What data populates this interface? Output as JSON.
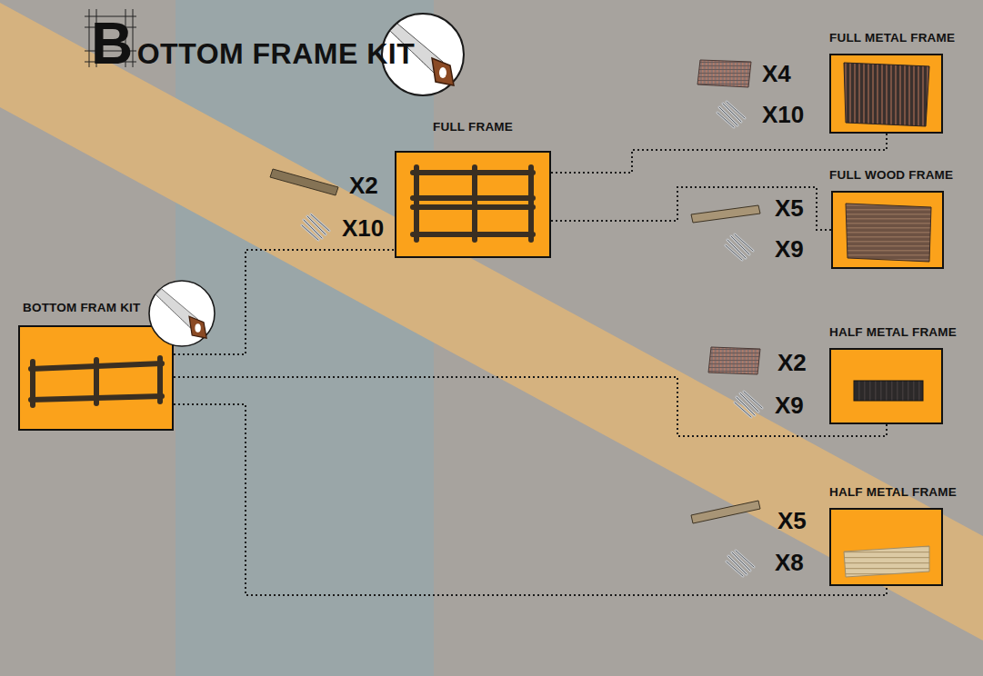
{
  "diagram": {
    "title": "BOTTOM FRAME KIT",
    "nodes": [
      {
        "text": [
          "BOTTOM FRAM KIT"
        ]
      },
      {
        "text": [
          "FULL FRAME"
        ]
      },
      {
        "text": [
          "FULL METAL FRAME"
        ]
      },
      {
        "text": [
          "FULL WOOD FRAME"
        ]
      },
      {
        "text": [
          "HALF METAL FRAME"
        ]
      },
      {
        "text": [
          "HALF METAL FRAME"
        ]
      }
    ],
    "edges": [
      {
        "from": 0,
        "to": 1,
        "arrow": "none"
      },
      {
        "from": 1,
        "to": 2,
        "arrow": "none"
      },
      {
        "from": 1,
        "to": 3,
        "arrow": "none"
      },
      {
        "from": 0,
        "to": 4,
        "arrow": "none"
      },
      {
        "from": 0,
        "to": 5,
        "arrow": "none"
      }
    ],
    "labels": [
      "X2",
      "X10",
      "X4",
      "X10",
      "X5",
      "X9",
      "X2",
      "X9",
      "X5",
      "X8"
    ]
  }
}
